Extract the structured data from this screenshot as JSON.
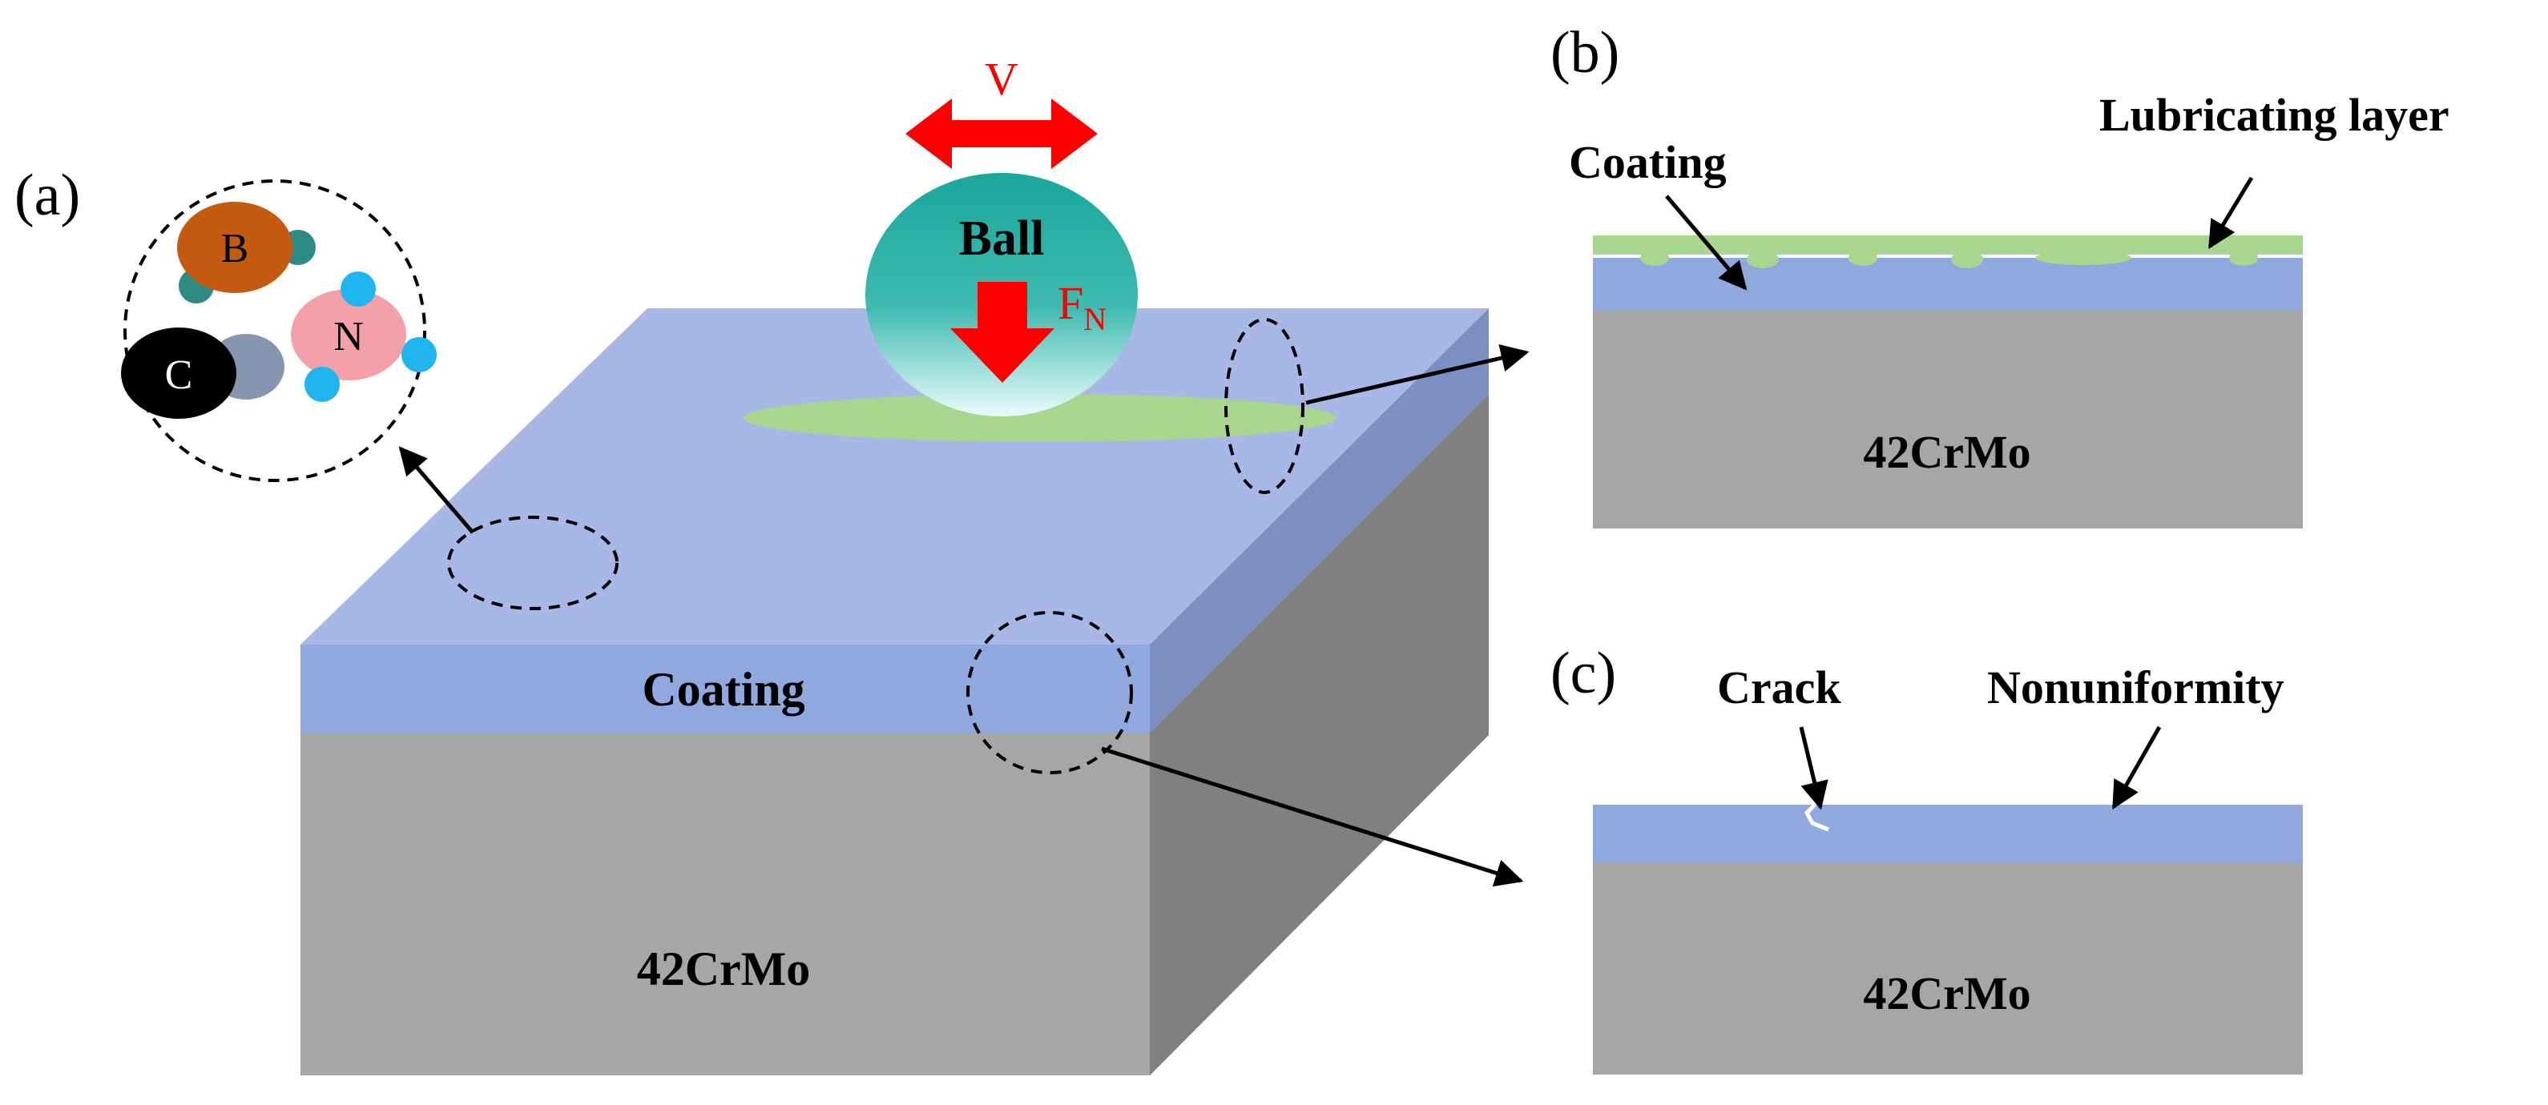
{
  "panels": {
    "a": {
      "label": "(a)"
    },
    "b": {
      "label": "(b)"
    },
    "c": {
      "label": "(c)"
    }
  },
  "main_block": {
    "coating_label": "Coating",
    "substrate_label": "42CrMo",
    "ball_label": "Ball",
    "velocity_label": "V",
    "force_label": "F",
    "force_subscript": "N"
  },
  "atoms": {
    "boron": "B",
    "nitrogen": "N",
    "carbon": "C"
  },
  "panel_b": {
    "coating_label": "Coating",
    "lubricating_label": "Lubricating layer",
    "substrate_label": "42CrMo"
  },
  "panel_c": {
    "crack_label": "Crack",
    "nonuniformity_label": "Nonuniformity",
    "substrate_label": "42CrMo"
  },
  "colors": {
    "coating_top": "#a8b8e6",
    "coating_front": "#8fa8de",
    "coating_side": "#7b8fc3",
    "substrate_front": "#a6a6a6",
    "substrate_side": "#808080",
    "lubricant": "#a9d68f",
    "ball": "#2aa8a0",
    "arrow_red": "#ff0000",
    "boron": "#c55a11",
    "nitrogen": "#f4a0a8",
    "carbon": "#000000",
    "teal_atom": "#2e8b84",
    "cyan_atom": "#1fb6f0",
    "gray_atom": "#8496b0"
  }
}
